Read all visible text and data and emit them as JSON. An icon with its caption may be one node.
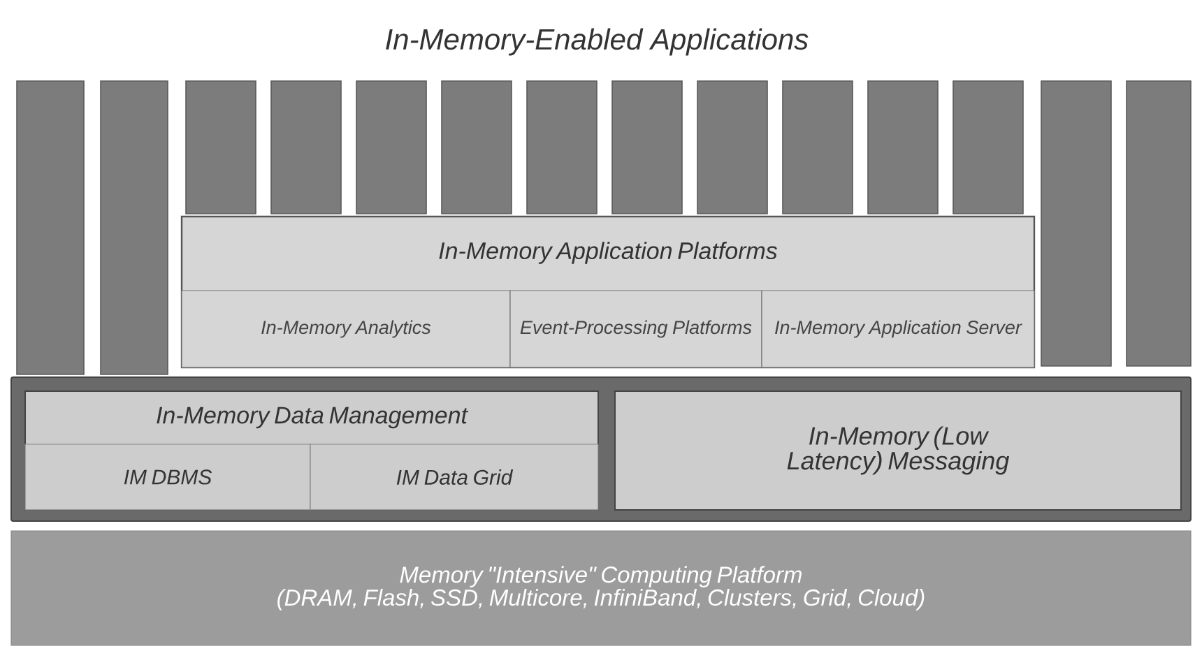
{
  "diagram": {
    "title": "In-Memory-Enabled Applications",
    "nodes": [
      {
        "text": [],
        "shape": "bar"
      },
      {
        "text": [],
        "shape": "bar"
      },
      {
        "text": [],
        "shape": "bar"
      },
      {
        "text": [],
        "shape": "bar"
      },
      {
        "text": [],
        "shape": "bar"
      },
      {
        "text": [],
        "shape": "bar"
      },
      {
        "text": [],
        "shape": "bar"
      },
      {
        "text": [],
        "shape": "bar"
      },
      {
        "text": [],
        "shape": "bar"
      },
      {
        "text": [],
        "shape": "bar"
      },
      {
        "text": [],
        "shape": "bar"
      },
      {
        "text": [],
        "shape": "bar"
      },
      {
        "text": [],
        "shape": "bar"
      },
      {
        "text": [],
        "shape": "bar"
      },
      {
        "text": [
          "In-Memory Application Platforms"
        ]
      },
      {
        "text": [
          "In-Memory Analytics"
        ],
        "in": 14
      },
      {
        "text": [
          "Event-Processing Platforms"
        ],
        "in": 14
      },
      {
        "text": [
          "In-Memory Application Server"
        ],
        "in": 14
      },
      {
        "text": [],
        "shape": "box"
      },
      {
        "text": [
          "In-Memory Data Management"
        ],
        "in": 18
      },
      {
        "text": [
          "IM DBMS"
        ],
        "in": 19
      },
      {
        "text": [
          "IM Data Grid"
        ],
        "in": 19
      },
      {
        "text": [
          "In-Memory (Low Latency) Messaging"
        ],
        "in": 18
      },
      {
        "text": [
          "Memory \"Intensive\" Computing Platform",
          "(DRAM, Flash, SSD, Multicore, InfiniBand, Clusters, Grid, Cloud)"
        ]
      }
    ]
  }
}
